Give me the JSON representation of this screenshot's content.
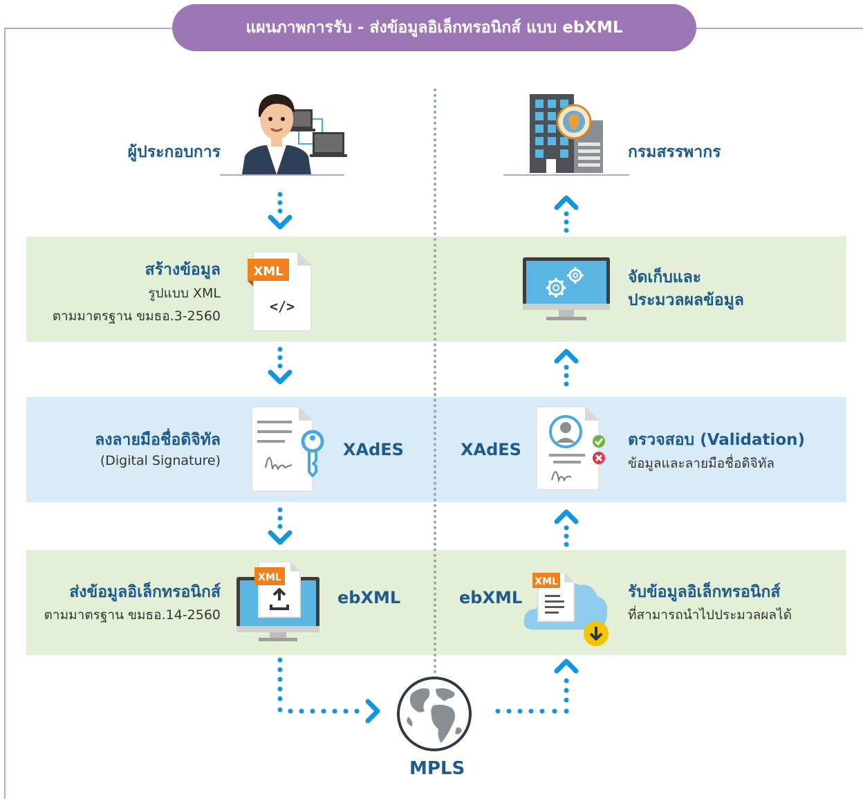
{
  "title": "แผนภาพการรับ - ส่งข้อมูลอิเล็กทรอนิกส์ แบบ ebXML",
  "left": {
    "actor": "ผู้ประกอบการ",
    "step1": {
      "title": "สร้างข้อมูล",
      "line1": "รูปแบบ XML",
      "line2": "ตามมาตรฐาน ขมธอ.3-2560"
    },
    "step2": {
      "title": "ลงลายมือชื่อดิจิทัล",
      "line1": "(Digital Signature)",
      "tag": "XAdES"
    },
    "step3": {
      "title": "ส่งข้อมูลอิเล็กทรอนิกส์",
      "line1": "ตามมาตรฐาน ขมธอ.14-2560",
      "tag": "ebXML"
    }
  },
  "right": {
    "actor": "กรมสรรพากร",
    "step1": {
      "line1": "จัดเก็บและ",
      "line2": "ประมวลผลข้อมูล"
    },
    "step2": {
      "title": "ตรวจสอบ (Validation)",
      "line1": "ข้อมูลและลายมือชื่อดิจิทัล",
      "tag": "XAdES"
    },
    "step3": {
      "title": "รับข้อมูลอิเล็กทรอนิกส์",
      "line1": "ที่สามารถนำไปประมวลผลได้",
      "tag": "ebXML"
    }
  },
  "icons": {
    "xml_badge": "XML",
    "code": "</>"
  },
  "network": "MPLS",
  "colors": {
    "title_bg": "#9d76b6",
    "frame": "#b9a2cf",
    "green_band": "#e3efd6",
    "blue_band": "#d8ebf6",
    "heading": "#1f5a8c",
    "arrow": "#1496dc",
    "xml_badge": "#f07f1e"
  }
}
